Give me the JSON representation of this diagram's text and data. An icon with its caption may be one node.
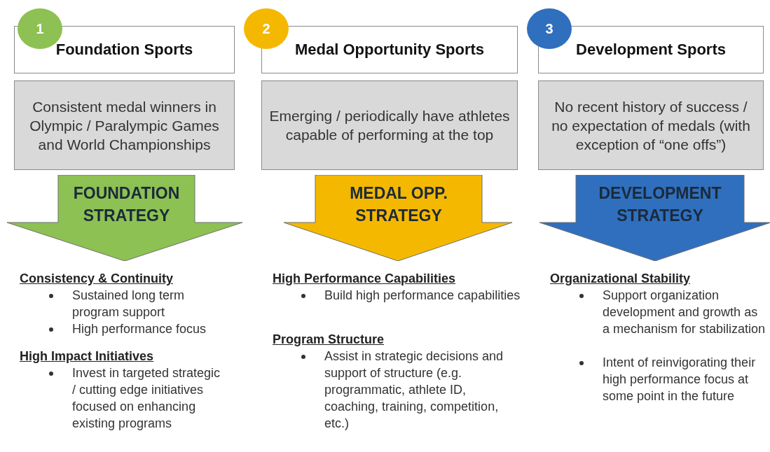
{
  "diagram": {
    "nodes": [
      {
        "text": [
          "1"
        ]
      },
      {
        "text": [
          "Foundation Sports"
        ]
      },
      {
        "text": [
          "Consistent medal winners in Olympic / Paralympic Games and World Championships"
        ]
      },
      {
        "text": [
          "FOUNDATION STRATEGY"
        ]
      },
      {
        "text": [
          "2"
        ]
      },
      {
        "text": [
          "Medal Opportunity Sports"
        ]
      },
      {
        "text": [
          "Emerging / periodically have athletes capable of performing at the top"
        ]
      },
      {
        "text": [
          "MEDAL OPP. STRATEGY"
        ]
      },
      {
        "text": [
          "3"
        ]
      },
      {
        "text": [
          "Development Sports"
        ]
      },
      {
        "text": [
          "No recent history of success / no expectation of medals (with exception of “one offs”)"
        ]
      },
      {
        "text": [
          "DEVELOPMENT STRATEGY"
        ]
      }
    ],
    "labels": [
      "Consistency & Continuity",
      "Sustained long term program support",
      "High performance focus",
      "High Impact Initiatives",
      "Invest in targeted strategic / cutting edge initiatives focused on enhancing existing programs",
      "High Performance Capabilities",
      "Build high performance capabilities",
      "Program Structure",
      "Assist in strategic decisions and support of structure (e.g. programmatic, athlete ID, coaching, training, competition, etc.)",
      "Organizational Stability",
      "Support organization development and growth as a mechanism for stabilization",
      "Intent of reinvigorating their high performance focus at some point in the future"
    ]
  }
}
